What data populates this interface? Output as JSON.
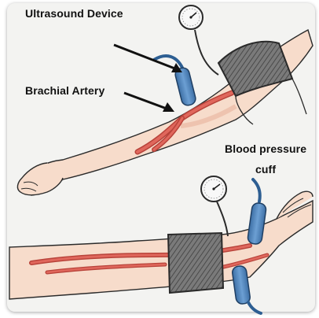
{
  "labels": {
    "ultrasound_device": "Ultrasound Device",
    "brachial_artery": "Brachial Artery",
    "blood_pressure_cuff_line1": "Blood pressure",
    "blood_pressure_cuff_line2": "cuff"
  },
  "colors": {
    "skin": "#f7dccb",
    "skin_shade": "#efc3ad",
    "artery": "#d9594f",
    "artery_dark": "#b8433a",
    "cuff": "#6d6d6d",
    "cuff_dark": "#3a3a3a",
    "probe": "#5b8fc7",
    "probe_dark": "#2d5e92",
    "gauge_face": "#f8f8f8",
    "ink": "#1b1b1b",
    "paper": "#f3f3f1"
  },
  "icons": [
    "pressure-gauge-icon",
    "arrow-icon"
  ]
}
